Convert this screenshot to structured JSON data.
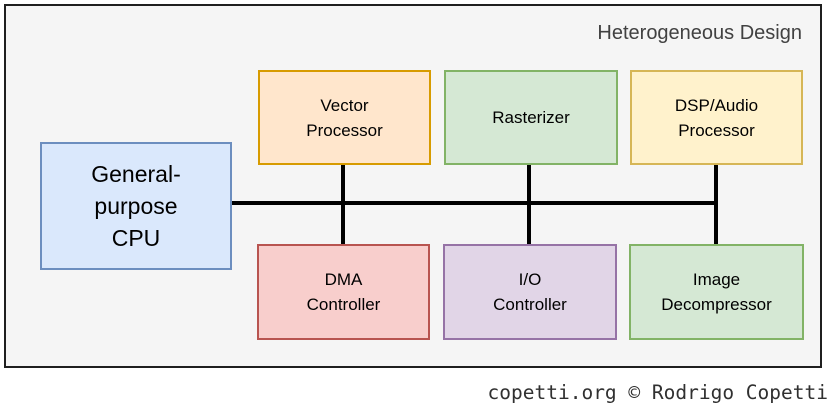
{
  "title": "Heterogeneous Design",
  "footer_credit": "copetti.org © Rodrigo Copetti",
  "colors": {
    "page_bg": "#ffffff",
    "canvas_bg": "#f5f5f5",
    "frame_border": "#1f1f1f",
    "connector": "#000000",
    "node_text": "#000000",
    "title_text": "#414141",
    "footer_text": "#303030"
  },
  "nodes": {
    "cpu": {
      "label": "General-\npurpose\nCPU",
      "fill": "#dae8fc",
      "stroke": "#6c8ebf"
    },
    "vector_processor": {
      "label": "Vector\nProcessor",
      "fill": "#ffe6cc",
      "stroke": "#d79b00"
    },
    "rasterizer": {
      "label": "Rasterizer",
      "fill": "#d5e8d4",
      "stroke": "#82b366"
    },
    "dsp_audio_processor": {
      "label": "DSP/Audio\nProcessor",
      "fill": "#fff2cc",
      "stroke": "#d6b656"
    },
    "dma_controller": {
      "label": "DMA\nController",
      "fill": "#f8cecc",
      "stroke": "#b85450"
    },
    "io_controller": {
      "label": "I/O\nController",
      "fill": "#e1d5e7",
      "stroke": "#9673a6"
    },
    "image_decompressor": {
      "label": "Image\nDecompressor",
      "fill": "#d5e8d4",
      "stroke": "#82b366"
    }
  }
}
